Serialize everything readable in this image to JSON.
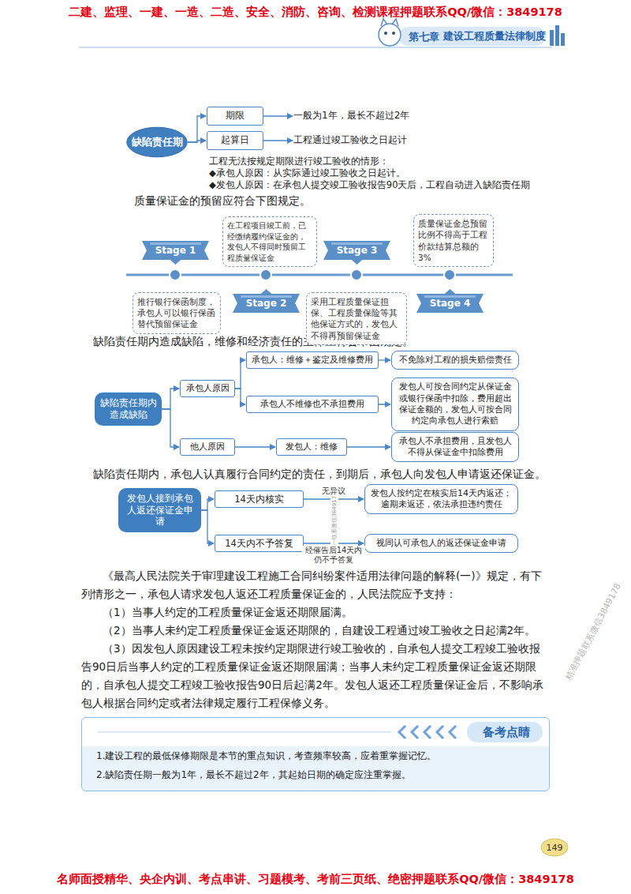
{
  "diagram": {
    "nodes": [
      {
        "text": [
          "缺陷责任期"
        ]
      },
      {
        "text": [
          "期限"
        ]
      },
      {
        "text": [
          "一般为1年，最长不超过2年"
        ]
      },
      {
        "text": [
          "起算日"
        ]
      },
      {
        "text": [
          "工程通过竣工验收之日起计"
        ]
      },
      {
        "text": [
          "Stage 1"
        ]
      },
      {
        "text": [
          "推行银行保函制度，承包人可以银行保函替代预留保证金"
        ]
      },
      {
        "text": [
          "Stage 2"
        ]
      },
      {
        "text": [
          "在工程项目竣工前，已经缴纳履约保证金的，发包人不得同时预留工程质量保证金"
        ]
      },
      {
        "text": [
          "Stage 3"
        ]
      },
      {
        "text": [
          "采用工程质量保证担保、工程质量保险等其他保证方式的，发包人不得再预留保证金"
        ]
      },
      {
        "text": [
          "Stage 4"
        ]
      },
      {
        "text": [
          "质量保证金总预留比例不得高于工程价款结算总额的3%"
        ]
      },
      {
        "text": [
          "缺陷责任期内造成缺陷"
        ]
      },
      {
        "text": [
          "承包人原因"
        ]
      },
      {
        "text": [
          "承包人：维修＋鉴定及维修费用"
        ]
      },
      {
        "text": [
          "不免除对工程的损失赔偿责任"
        ]
      },
      {
        "text": [
          "承包人不维修也不承担费用"
        ]
      },
      {
        "text": [
          "发包人可按合同约定从保证金或银行保函中扣除，费用超出保证金额的，发包人可按合同约定向承包人进行索赔"
        ]
      },
      {
        "text": [
          "他人原因"
        ]
      },
      {
        "text": [
          "发包人：维修"
        ]
      },
      {
        "text": [
          "承包人不承担费用，且发包人不得从保证金中扣除费用"
        ]
      },
      {
        "text": [
          "发包人接到承包人返还保证金申请"
        ]
      },
      {
        "text": [
          "14天内核实"
        ]
      },
      {
        "text": [
          "发包人按约定在核实后14天内返还；逾期未返还，依法承担违约责任"
        ]
      },
      {
        "text": [
          "14天内不予答复"
        ]
      },
      {
        "text": [
          "视同认可承包人的返还保证金申请"
        ]
      },
      {
        "text": [
          "备考点睛",
          "1.建设工程的最低保修期限是本节的重点知识，考查频率较高，应着重掌握记忆。",
          "2.缺陷责任期一般为1年，最长不超过2年，其起始日期的确定应注重掌握。"
        ]
      }
    ],
    "edges": [
      {
        "from": 0,
        "to": 1,
        "arrow": "to"
      },
      {
        "from": 0,
        "to": 3,
        "arrow": "to"
      },
      {
        "from": 1,
        "to": 2,
        "arrow": "to"
      },
      {
        "from": 3,
        "to": 4,
        "arrow": "to"
      },
      {
        "from": 13,
        "to": 14,
        "arrow": "to"
      },
      {
        "from": 13,
        "to": 19,
        "arrow": "to"
      },
      {
        "from": 14,
        "to": 15,
        "arrow": "to"
      },
      {
        "from": 14,
        "to": 17,
        "arrow": "to"
      },
      {
        "from": 15,
        "to": 16,
        "arrow": "to"
      },
      {
        "from": 17,
        "to": 18,
        "arrow": "to"
      },
      {
        "from": 19,
        "to": 20,
        "arrow": "to"
      },
      {
        "from": 20,
        "to": 21,
        "arrow": "to"
      },
      {
        "from": 22,
        "to": 23,
        "arrow": "to"
      },
      {
        "from": 22,
        "to": 25,
        "arrow": "to"
      },
      {
        "from": 23,
        "to": 24,
        "label": "无异议",
        "arrow": "to"
      },
      {
        "from": 25,
        "to": 26,
        "label": "经催告后14天内仍不予答复",
        "arrow": "to"
      }
    ],
    "labels": [
      "二建、监理、一建、一造、二造、安全、消防、咨询、检测课程押题联系QQ/微信：3849178",
      "第七章",
      "建设工程质量法律制度",
      "工程无法按规定期限进行竣工验收的情形：",
      "◆承包人原因：从实际通过竣工验收之日起计。",
      "◆发包人原因：在承包人提交竣工验收报告90天后，工程自动进入缺陷责任期",
      "质量保证金的预留应符合下图规定。",
      "缺陷责任期内造成缺陷，维修和经济责任的主体应符合下图规定。",
      "缺陷责任期内，承包人认真履行合同约定的责任，到期后，承包人向发包人申请返还保证金。",
      "唯一联系微信3849178",
      "《最高人民法院关于审理建设工程施工合同纠纷案件适用法律问题的解释(一)》规定，有下列情形之一，承包人请求发包人返还工程质量保证金的，人民法院应予支持：",
      "（1）当事人约定的工程质量保证金返还期限届满。",
      "（2）当事人未约定工程质量保证金返还期限的，自建设工程通过竣工验收之日起满2年。",
      "（3）因发包人原因建设工程未按约定期限进行竣工验收的，自承包人提交工程竣工验收报告90日后当事人约定的工程质量保证金返还期限届满；当事人未约定工程质量保证金返还期限的，自承包人提交工程竣工验收报告90日后起满2年。发包人返还工程质量保证金后，不影响承包人根据合同约定或者法律规定履行工程保修义务。",
      "精准押题联系微信3849178",
      "149",
      "名师面授精华、央企内训、考点串讲、习题模考、考前三页纸、绝密押题联系QQ/微信：3849178"
    ]
  }
}
